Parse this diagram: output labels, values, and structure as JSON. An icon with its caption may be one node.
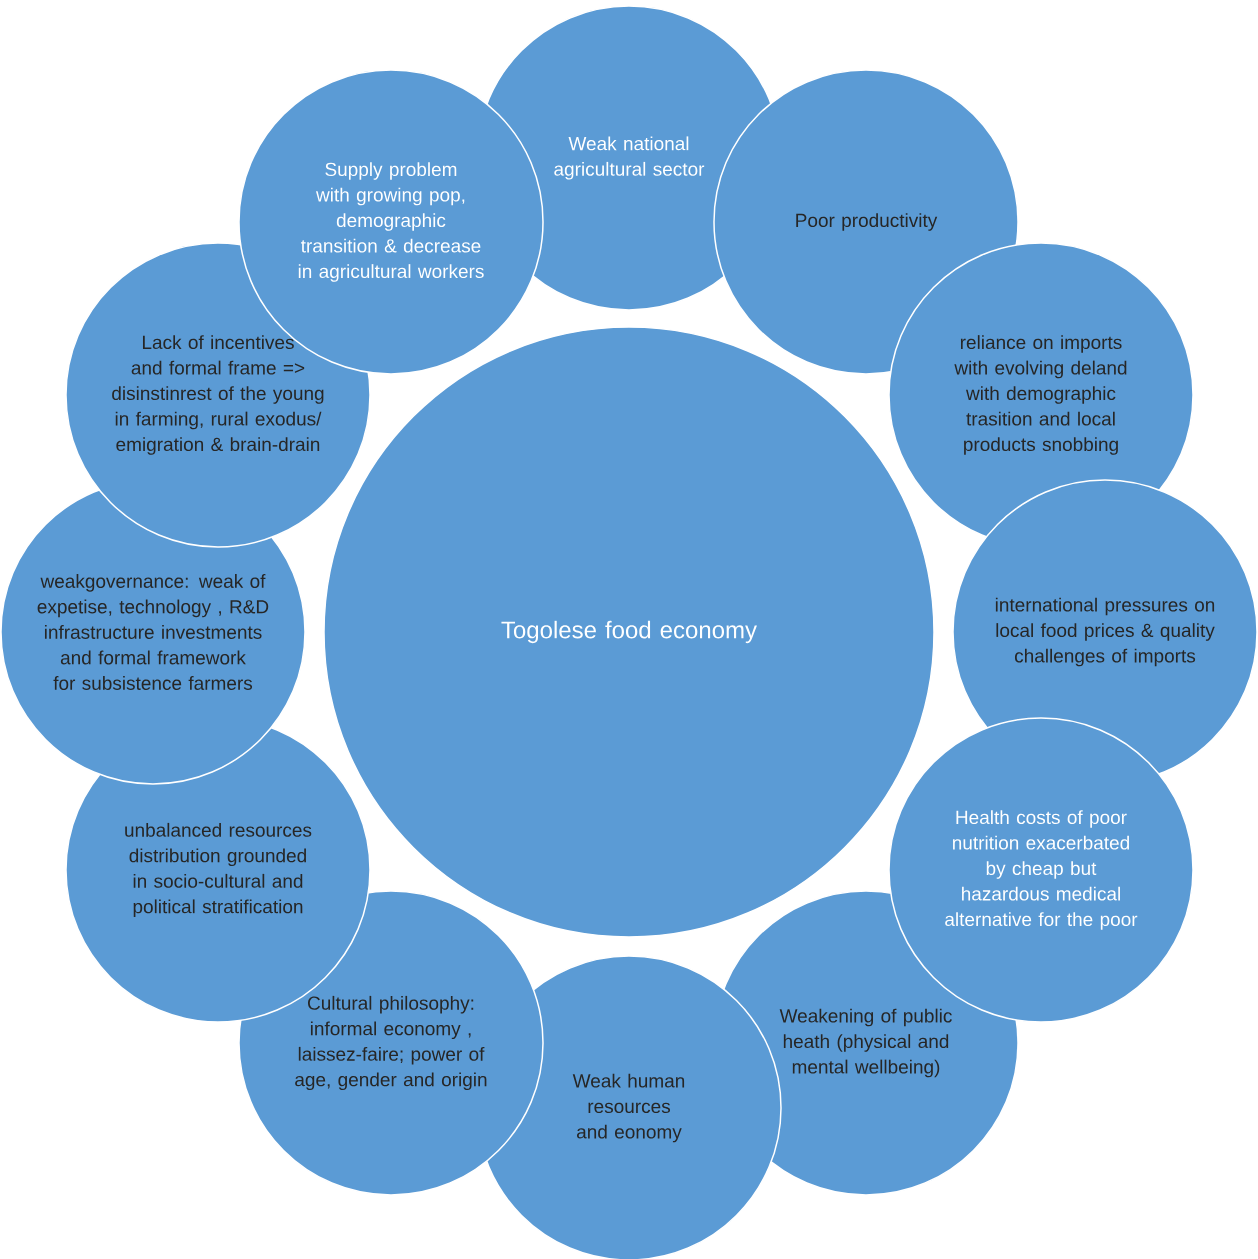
{
  "diagram": {
    "nodes": [
      {
        "text": [
          "Togolese food economy"
        ]
      },
      {
        "text": [
          "Weak national agricultural sector"
        ]
      },
      {
        "text": [
          "Poor productivity"
        ]
      },
      {
        "text": [
          "reliance on imports with evolving deland with demographic trasition and local products snobbing"
        ]
      },
      {
        "text": [
          "international pressures on local food prices & quality challenges of imports"
        ]
      },
      {
        "text": [
          "Health costs of poor nutrition exacerbated by cheap but hazardous medical alternative for the poor"
        ]
      },
      {
        "text": [
          "Weakening of public heath (physical and mental wellbeing)"
        ]
      },
      {
        "text": [
          "Weak human resources and eonomy"
        ]
      },
      {
        "text": [
          "Cultural philosophy: informal economy , laissez-faire; power of age, gender and origin"
        ]
      },
      {
        "text": [
          "unbalanced resources distribution grounded in socio-cultural and political stratification"
        ]
      },
      {
        "text": [
          "weakgovernance: weak of expetise, technology , R&D infrastructure investments and formal framework for subsistence farmers"
        ]
      },
      {
        "text": [
          "Lack of incentives and formal frame => disinstinrest of the young in farming, rural exodus/ emigration & brain-drain"
        ]
      },
      {
        "text": [
          "Supply problem with growing pop, demographic transition & decrease in agricultural workers"
        ]
      }
    ],
    "edges": []
  }
}
